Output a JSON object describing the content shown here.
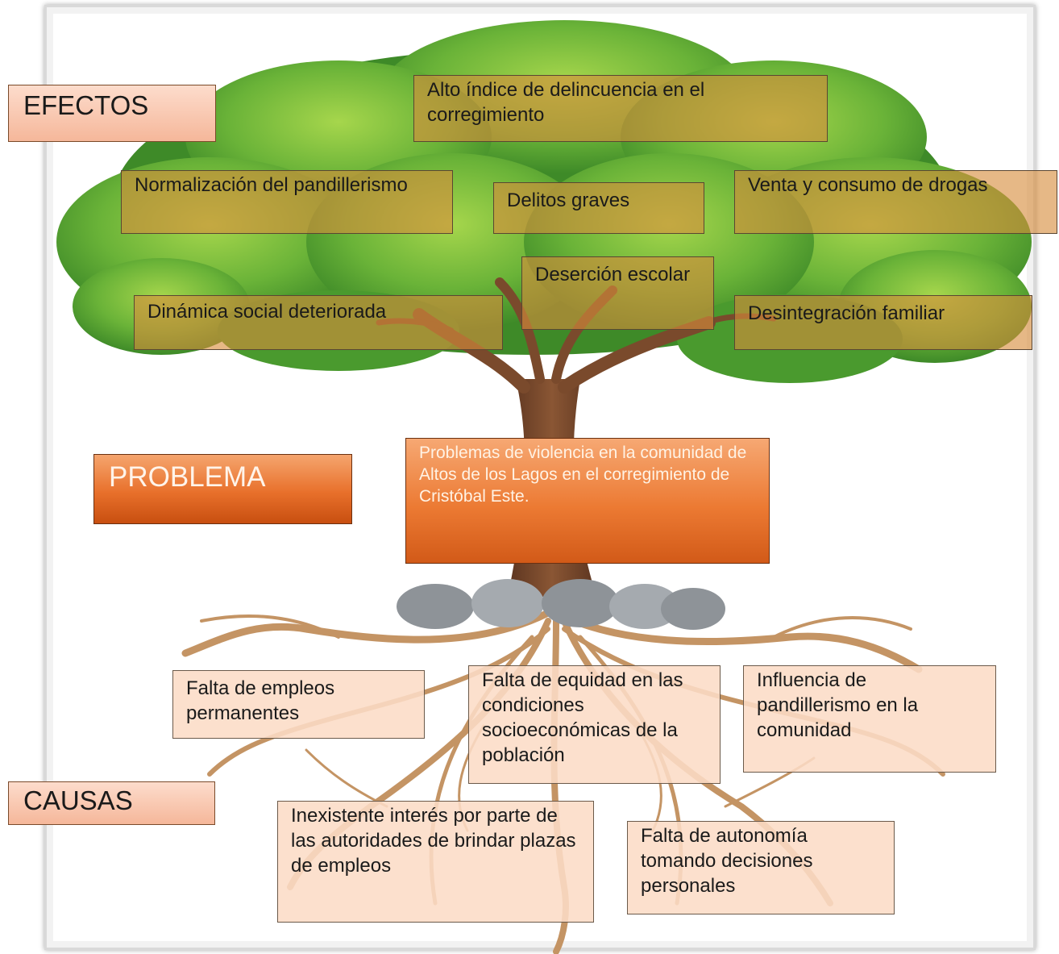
{
  "labels": {
    "effects": "EFECTOS",
    "problem": "PROBLEMA",
    "causes": "CAUSAS"
  },
  "effects": [
    "Alto índice de delincuencia en el corregimiento",
    "Normalización del pandillerismo",
    "Delitos graves",
    "Venta y consumo de drogas",
    "Deserción escolar",
    "Dinámica social deteriorada",
    "Desintegración familiar"
  ],
  "problem": "Problemas de violencia en la comunidad de Altos de los Lagos en el corregimiento de Cristóbal Este.",
  "causes": [
    "Falta de empleos permanentes",
    "Falta de equidad en las condiciones socioeconómicas de la población",
    "Influencia de pandillerismo en la comunidad",
    "Inexistente interés por parte de las autoridades de brindar plazas de empleos",
    "Falta de autonomía tomando decisiones personales"
  ],
  "colors": {
    "foliage": "#5aa832",
    "foliage_light": "#9ad24a",
    "trunk": "#7a4a2c",
    "roots": "#b8895a",
    "rocks": "#8e9398",
    "effect_box": "#d68c3c",
    "cause_box": "#fcdcc6",
    "problem_box": "#ec7a33"
  }
}
